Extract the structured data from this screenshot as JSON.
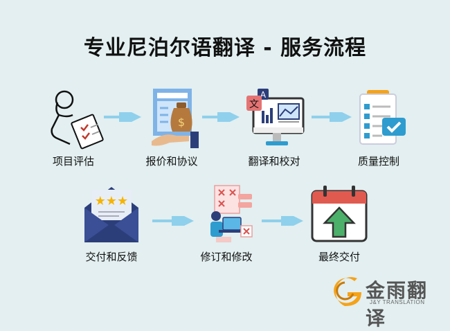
{
  "title": "专业尼泊尔语翻译 - 服务流程",
  "steps": [
    {
      "label": "项目评估",
      "icon": "evaluation-icon"
    },
    {
      "label": "报价和协议",
      "icon": "quote-agreement-icon"
    },
    {
      "label": "翻译和校对",
      "icon": "translation-icon"
    },
    {
      "label": "质量控制",
      "icon": "quality-checklist-icon"
    },
    {
      "label": "交付和反馈",
      "icon": "envelope-rating-icon"
    },
    {
      "label": "修订和修改",
      "icon": "revision-icon"
    },
    {
      "label": "最终交付",
      "icon": "calendar-upload-icon"
    }
  ],
  "brand": {
    "name": "金雨翻译",
    "subtitle": "J&Y TRANSLATION",
    "accent": "#f5a31a"
  },
  "colors": {
    "background": "#e3eff0",
    "arrow": "#8fd0ec",
    "navy": "#2c3e7a"
  }
}
